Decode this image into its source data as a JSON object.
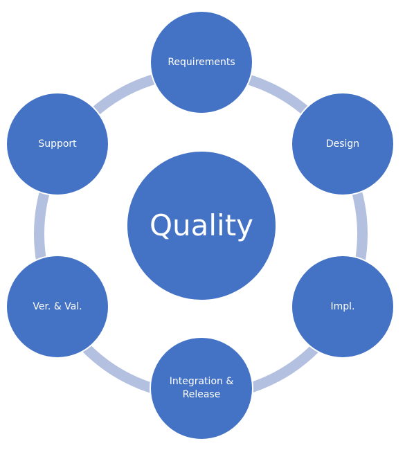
{
  "diagram": {
    "center": {
      "label": "Quality"
    },
    "nodes": [
      {
        "id": "requirements",
        "label": "Requirements"
      },
      {
        "id": "design",
        "label": "Design"
      },
      {
        "id": "impl",
        "label": "Impl."
      },
      {
        "id": "integration",
        "label": "Integration &\nRelease"
      },
      {
        "id": "ver-val",
        "label": "Ver. & Val."
      },
      {
        "id": "support",
        "label": "Support"
      }
    ],
    "colors": {
      "node_fill": "#4472c4",
      "node_outline": "#ffffff",
      "ring": "#b4c0e0",
      "label_text": "#ffffff"
    }
  }
}
